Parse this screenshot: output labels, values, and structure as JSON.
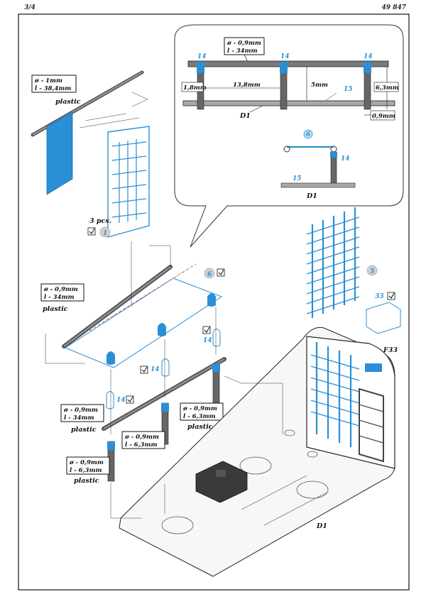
{
  "header": {
    "page": "3/4",
    "code": "49 847"
  },
  "callout": {
    "rod_spec": {
      "diameter": "ø - 0,9mm",
      "length": "l - 34mm"
    },
    "part_labels": [
      "14",
      "14",
      "14",
      "15",
      "6",
      "14",
      "15"
    ],
    "dims": [
      "1,8mm",
      "13,8mm",
      "5mm",
      "6,3mm",
      "0,9mm"
    ],
    "d1_labels": [
      "D1",
      "D1"
    ]
  },
  "step1": {
    "rod": {
      "diameter": "ø - 1mm",
      "length": "l - 38,4mm",
      "material": "plastic"
    },
    "qty": "3 pcs.",
    "num": "1"
  },
  "step6": {
    "num": "6",
    "rod_top": {
      "diameter": "ø - 0,9mm",
      "length": "l - 34mm",
      "material": "plastic"
    },
    "rod_bottom": {
      "diameter": "ø - 0,9mm",
      "length": "l - 34mm",
      "material": "plastic"
    },
    "post_a": {
      "diameter": "ø - 0,9mm",
      "length": "l - 6,3mm",
      "material": "plastic"
    },
    "post_b": {
      "diameter": "ø - 0,9mm",
      "length": "l - 6,3mm"
    },
    "post_c": {
      "diameter": "ø - 0,9mm",
      "length": "l - 6,3mm",
      "material": "plastic"
    },
    "part14_labels": [
      "14",
      "14",
      "14"
    ]
  },
  "step5": {
    "num": "5"
  },
  "step33": {
    "num": "33",
    "part": "F33"
  },
  "main": {
    "label": "D1"
  },
  "colors": {
    "blue": "#2a8fd6",
    "pale_blue": "#bcdff5",
    "grey": "#808080",
    "line": "#111111"
  }
}
